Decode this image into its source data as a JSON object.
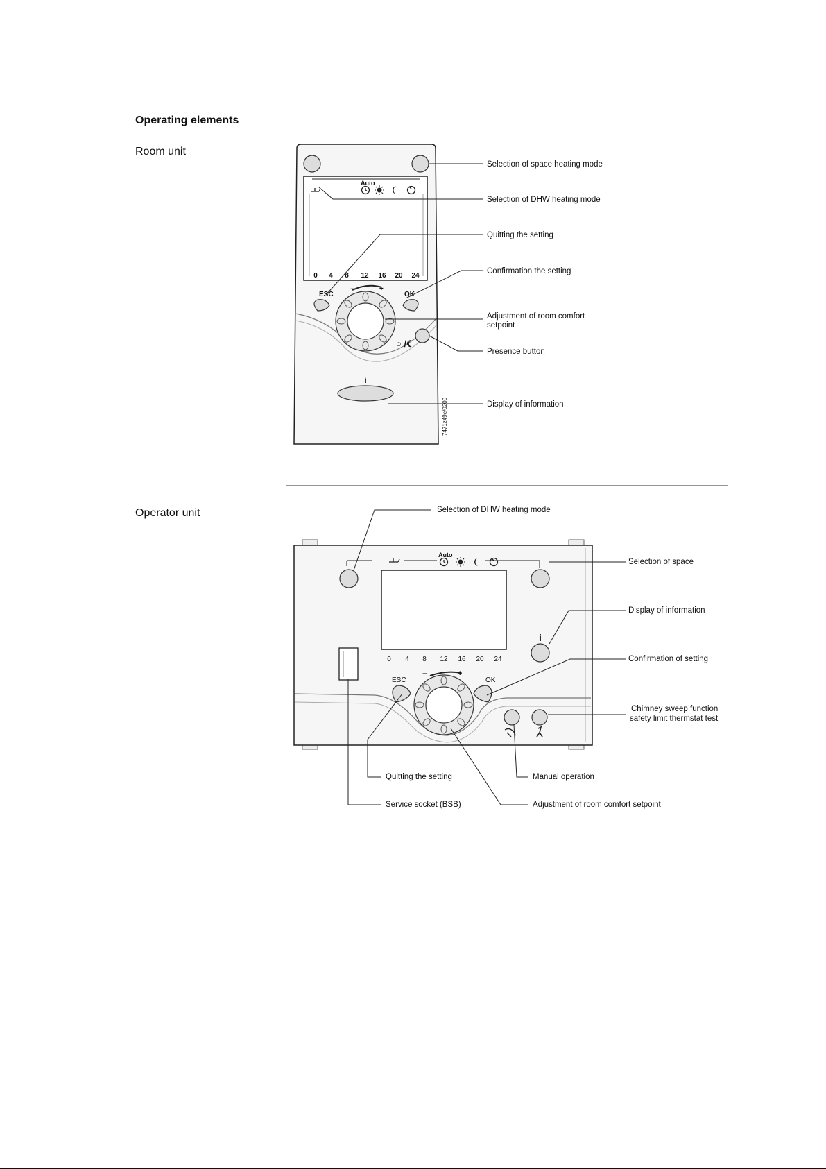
{
  "heading": "Operating elements",
  "room_unit": {
    "label": "Room unit",
    "mode_icons_label": "Auto",
    "scale": [
      "0",
      "4",
      "8",
      "12",
      "16",
      "20",
      "24"
    ],
    "esc_label": "ESC",
    "ok_label": "OK",
    "dial_minus": "−",
    "dial_plus": "+",
    "presence_symbol": "○ /☾",
    "info_symbol": "i",
    "drawing_code": "7471z49e/0209",
    "callouts": {
      "space_heating_mode": "Selection of space heating mode",
      "dhw_heating_mode": "Selection of DHW heating mode",
      "quitting": "Quitting the setting",
      "confirmation": "Confirmation the setting",
      "adjustment_line1": "Adjustment of room comfort",
      "adjustment_line2": "setpoint",
      "presence": "Presence button",
      "display_info": "Display of information"
    }
  },
  "operator_unit": {
    "label": "Operator unit",
    "mode_icons_label": "Auto",
    "scale": [
      "0",
      "4",
      "8",
      "12",
      "16",
      "20",
      "24"
    ],
    "esc_label": "ESC",
    "ok_label": "OK",
    "dial_minus": "−",
    "dial_plus": "+",
    "info_symbol": "i",
    "callouts": {
      "dhw_heating_mode": "Selection of DHW heating mode",
      "space": "Selection of space",
      "display_info": "Display of information",
      "confirmation": "Confirmation of setting",
      "chimney_line1": "Chimney sweep function",
      "chimney_line2": "safety limit thermstat test",
      "quitting": "Quitting the setting",
      "manual": "Manual operation",
      "service_socket": "Service socket (BSB)",
      "adjustment": "Adjustment of room comfort setpoint"
    }
  }
}
